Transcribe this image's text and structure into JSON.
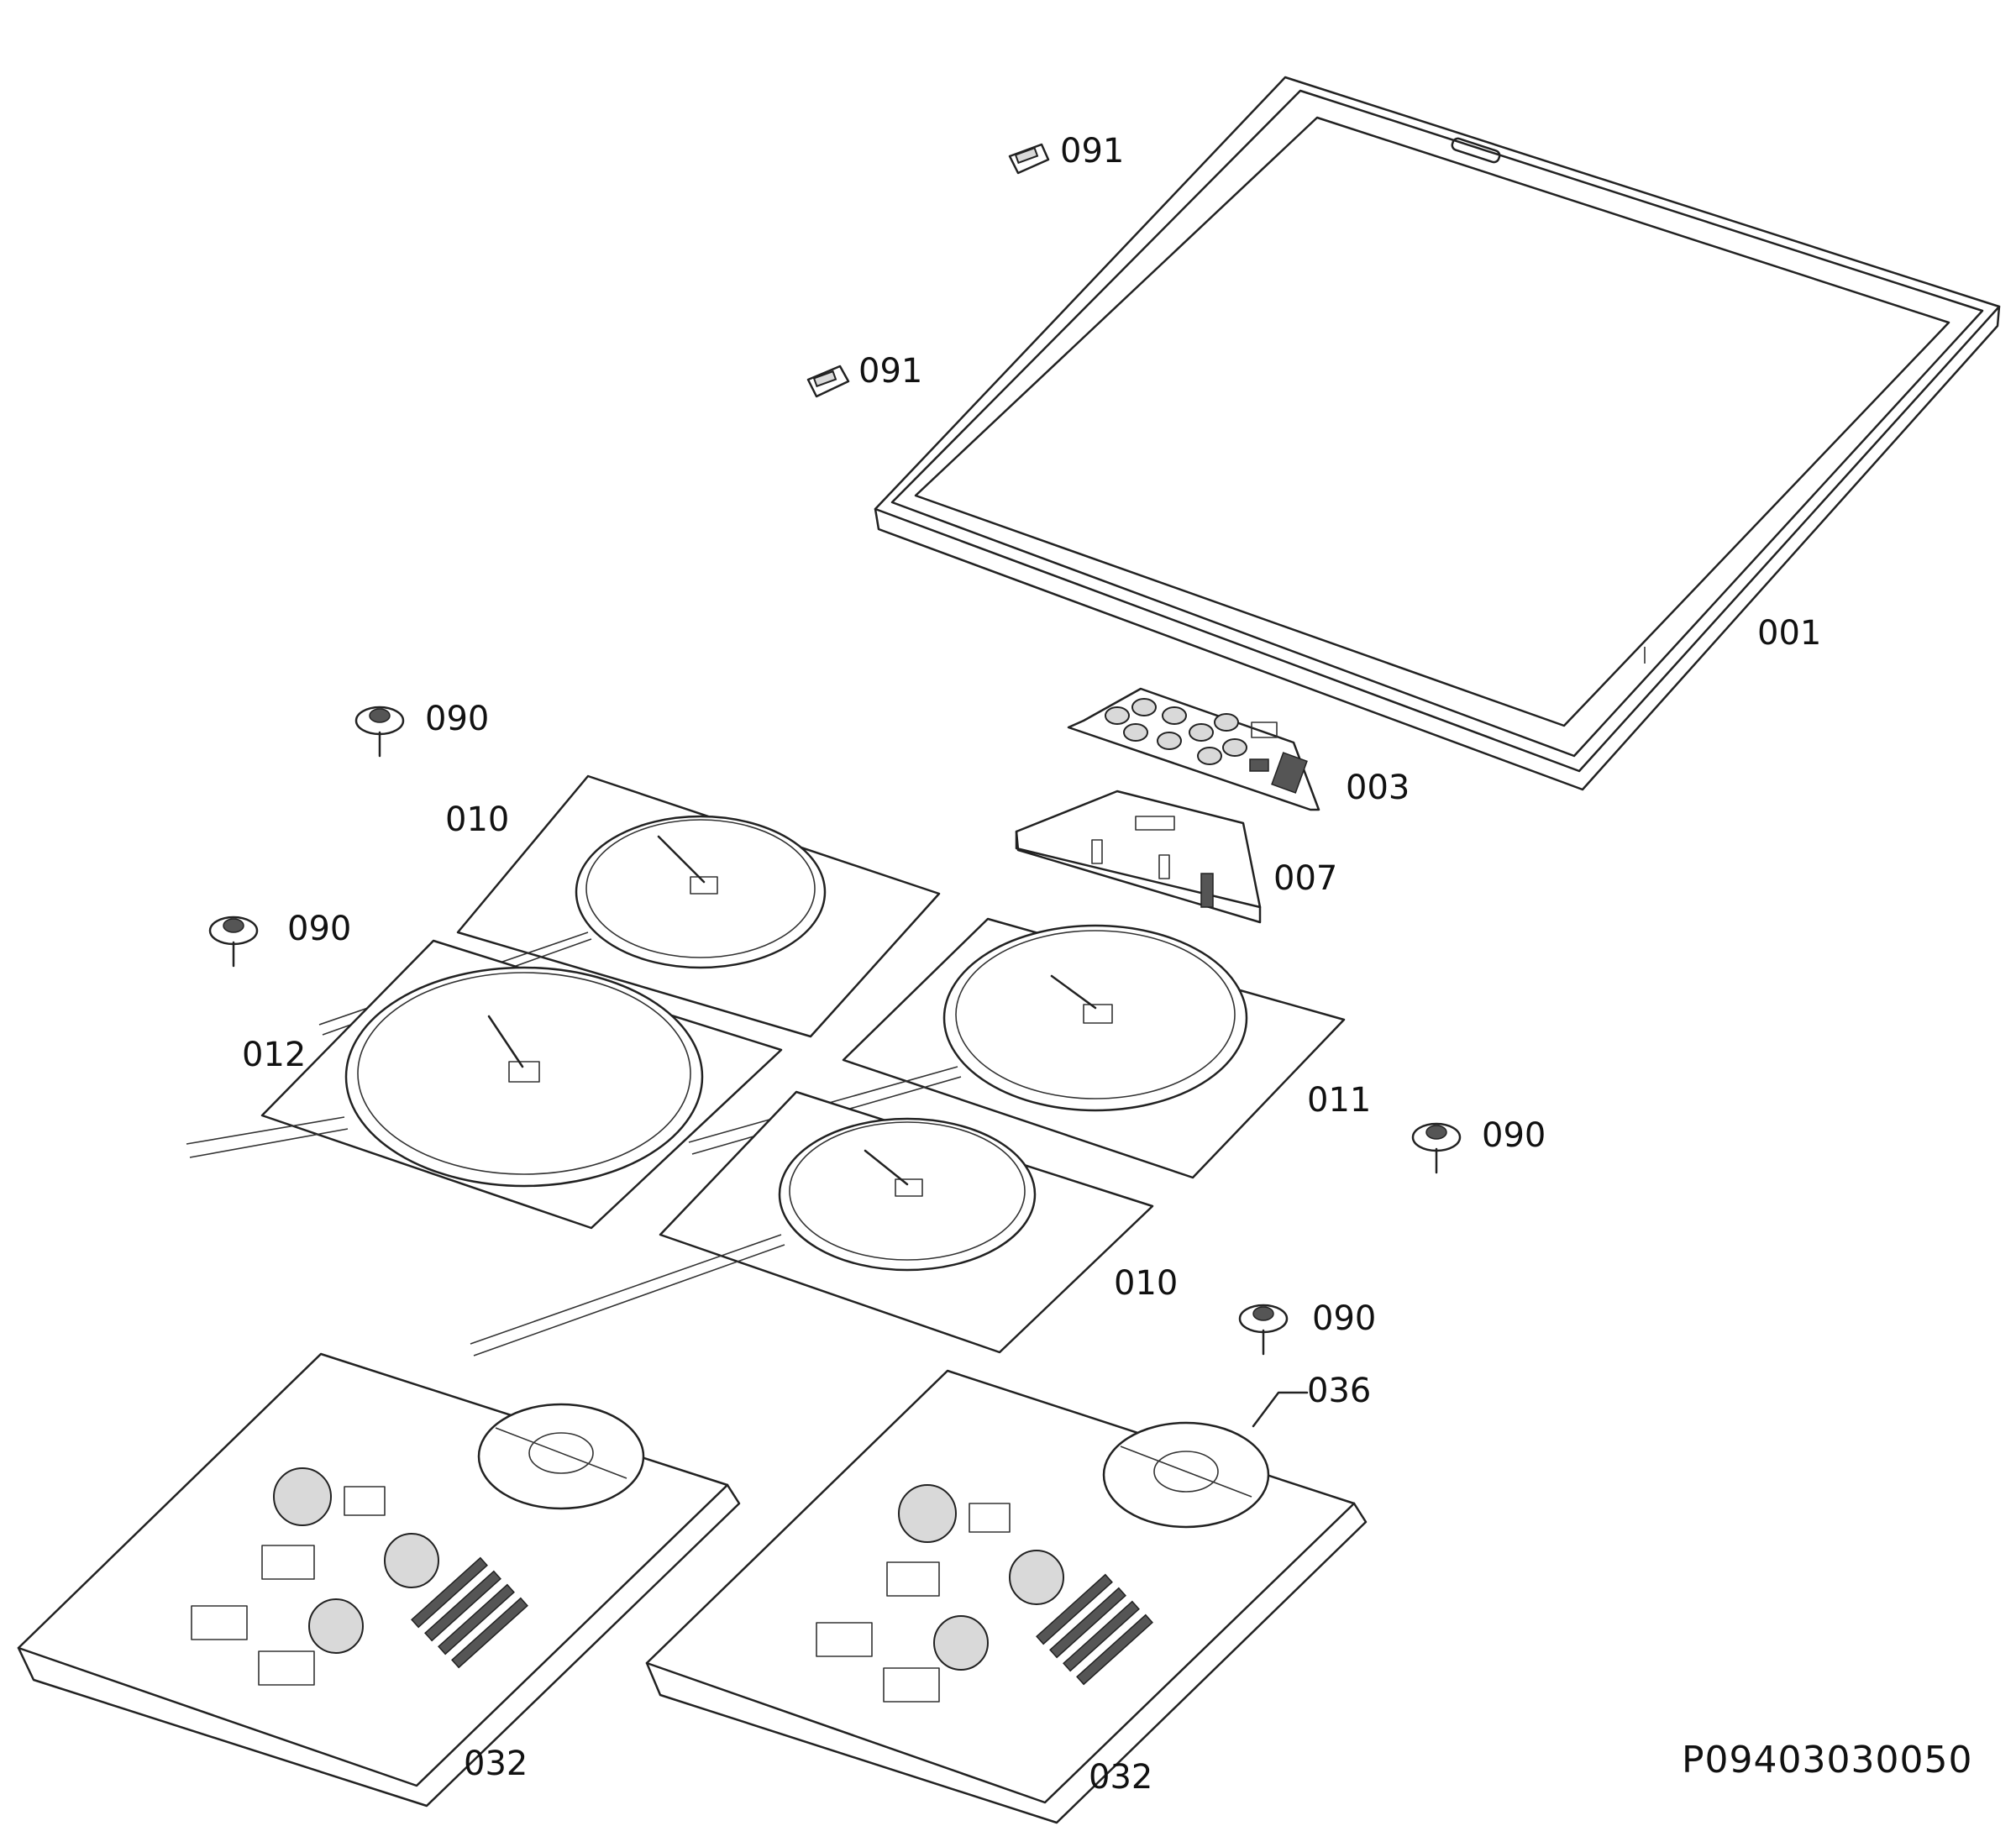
{
  "document": {
    "code": "P09403030050"
  },
  "labels": {
    "clip_top": "091",
    "clip_mid": "091",
    "glass_top": "001",
    "control_board": "003",
    "control_housing": "007",
    "spring_1": "090",
    "spring_2": "090",
    "spring_3": "090",
    "spring_4": "090",
    "coil_back_left": "010",
    "coil_front": "010",
    "coil_large": "012",
    "coil_right": "011",
    "fan": "036",
    "power_board_left": "032",
    "power_board_right": "032"
  },
  "colors": {
    "line": "#222222",
    "background": "#ffffff"
  }
}
